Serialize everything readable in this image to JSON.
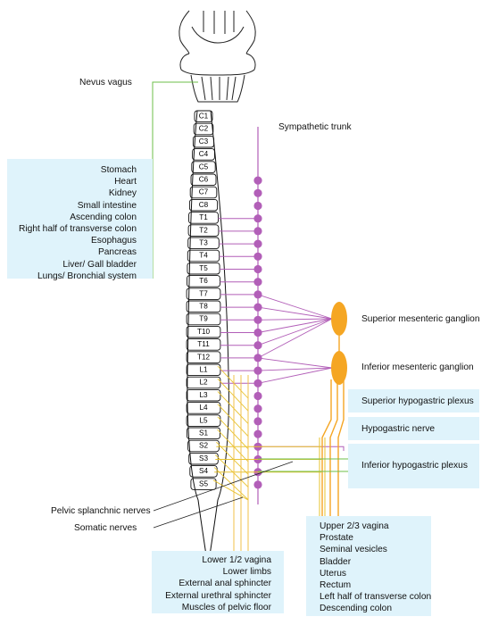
{
  "labels": {
    "nervus_vagus": "Nevus vagus",
    "sympathetic_trunk": "Sympathetic trunk",
    "superior_mesenteric_ganglion": "Superior mesenteric ganglion",
    "inferior_mesenteric_ganglion": "Inferior mesenteric ganglion",
    "superior_hypogastric_plexus": "Superior hypogastric plexus",
    "hypogastric_nerve": "Hypogastric nerve",
    "inferior_hypogastric_plexus": "Inferior hypogastric plexus",
    "pelvic_splanchnic_nerves": "Pelvic splanchnic nerves",
    "somatic_nerves": "Somatic nerves"
  },
  "vagus_organs": [
    "Stomach",
    "Heart",
    "Kidney",
    "Small intestine",
    "Ascending colon",
    "Right half of transverse colon",
    "Esophagus",
    "Pancreas",
    "Liver/ Gall bladder",
    "Lungs/ Bronchial system"
  ],
  "pelvic_organs": [
    "Upper 2/3 vagina",
    "Prostate",
    "Seminal vesicles",
    "Bladder",
    "Uterus",
    "Rectum",
    "Left half of transverse colon",
    "Descending colon"
  ],
  "somatic_targets": [
    "Lower 1/2 vagina",
    "Lower limbs",
    "External anal sphincter",
    "External urethral sphincter",
    "Muscles of pelvic floor"
  ],
  "segments": [
    "C1",
    "C2",
    "C3",
    "C4",
    "C5",
    "C6",
    "C7",
    "C8",
    "T1",
    "T2",
    "T3",
    "T4",
    "T5",
    "T6",
    "T7",
    "T8",
    "T9",
    "T10",
    "T11",
    "T12",
    "L1",
    "L2",
    "L3",
    "L4",
    "L5",
    "S1",
    "S2",
    "S3",
    "S4",
    "S5"
  ],
  "colors": {
    "sympathetic": "#b25fb8",
    "parasympathetic_vagus": "#6cbf4a",
    "pelvic_splanchnic": "#e7c32e",
    "somatic": "#f2c04a",
    "ganglion": "#f5a623",
    "box_fill": "#dff3fb"
  }
}
